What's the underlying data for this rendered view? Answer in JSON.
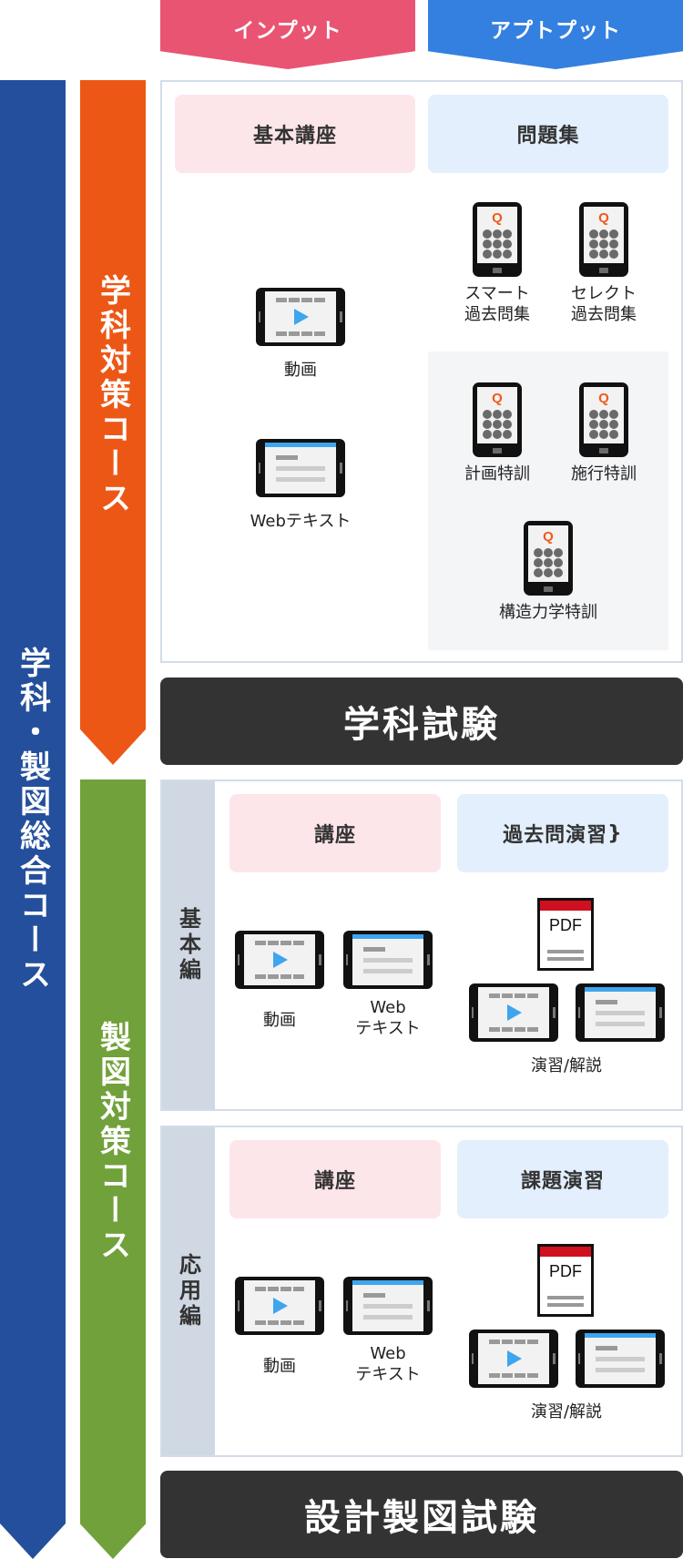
{
  "header": {
    "input_label": "インプット",
    "output_label": "アプトプット",
    "input_color": "#e95472",
    "output_color": "#3380e0"
  },
  "bars": {
    "total_course": "学科・製図総合コース",
    "gakka_course": "学科対策コース",
    "seizu_course": "製図対策コース",
    "colors": {
      "total": "#244f9c",
      "gakka": "#ed5716",
      "seizu": "#71a13a"
    }
  },
  "gakka_panel": {
    "input_header": "基本講座",
    "output_header": "問題集",
    "input_items": [
      {
        "icon": "video-tablet-icon",
        "label": "動画"
      },
      {
        "icon": "web-text-tablet-icon",
        "label": "Webテキスト"
      }
    ],
    "output_items": [
      {
        "icon": "question-phone-icon",
        "label_line1": "スマート",
        "label_line2": "過去問集"
      },
      {
        "icon": "question-phone-icon",
        "label_line1": "セレクト",
        "label_line2": "過去問集"
      }
    ],
    "special_items": [
      {
        "icon": "question-phone-icon",
        "label": "計画特訓"
      },
      {
        "icon": "question-phone-icon",
        "label": "施行特訓"
      },
      {
        "icon": "question-phone-icon",
        "label": "構造力学特訓"
      }
    ]
  },
  "gakka_exam": "学科試験",
  "seizu_basic": {
    "side_label": "基本編",
    "input_header": "講座",
    "output_header": "過去問演習",
    "input_items": [
      {
        "icon": "video-tablet-icon",
        "label": "動画"
      },
      {
        "icon": "web-text-tablet-icon",
        "label_line1": "Web",
        "label_line2": "テキスト"
      }
    ],
    "output_pdf_label": "PDF",
    "output_label": "演習/解説"
  },
  "seizu_applied": {
    "side_label": "応用編",
    "input_header": "講座",
    "output_header": "課題演習",
    "input_items": [
      {
        "icon": "video-tablet-icon",
        "label": "動画"
      },
      {
        "icon": "web-text-tablet-icon",
        "label_line1": "Web",
        "label_line2": "テキスト"
      }
    ],
    "output_pdf_label": "PDF",
    "output_label": "演習/解説"
  },
  "seizu_exam": "設計製図試験"
}
